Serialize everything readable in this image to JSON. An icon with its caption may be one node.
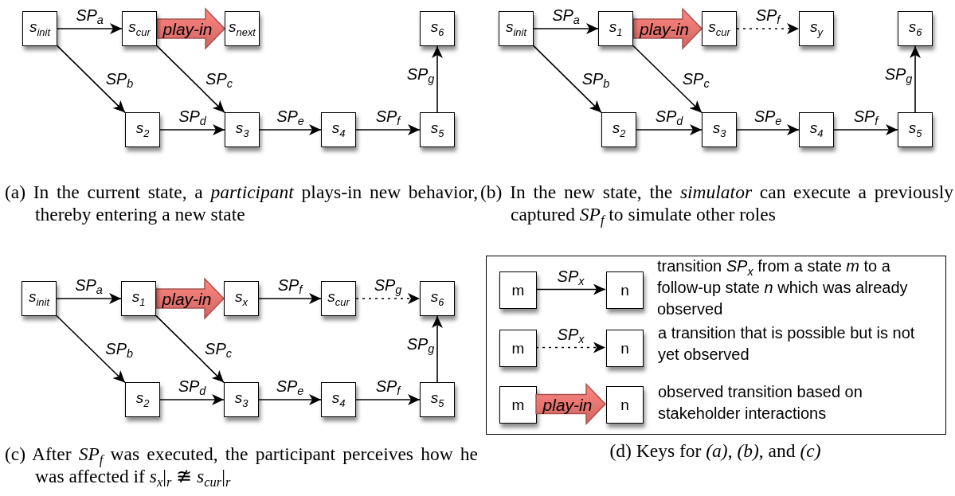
{
  "diagram": {
    "nodes": [
      {
        "text": [
          "s$_{init}$"
        ]
      },
      {
        "text": [
          "s$_{cur}$"
        ]
      },
      {
        "text": [
          "s$_{next}$"
        ]
      },
      {
        "text": [
          "s$_{6}$"
        ]
      },
      {
        "text": [
          "s$_{2}$"
        ]
      },
      {
        "text": [
          "s$_{3}$"
        ]
      },
      {
        "text": [
          "s$_{4}$"
        ]
      },
      {
        "text": [
          "s$_{5}$"
        ]
      },
      {
        "text": [
          "s$_{init}$"
        ]
      },
      {
        "text": [
          "s$_{1}$"
        ]
      },
      {
        "text": [
          "s$_{cur}$"
        ]
      },
      {
        "text": [
          "s$_{y}$"
        ]
      },
      {
        "text": [
          "s$_{6}$"
        ]
      },
      {
        "text": [
          "s$_{2}$"
        ]
      },
      {
        "text": [
          "s$_{3}$"
        ]
      },
      {
        "text": [
          "s$_{4}$"
        ]
      },
      {
        "text": [
          "s$_{5}$"
        ]
      },
      {
        "text": [
          "s$_{init}$"
        ]
      },
      {
        "text": [
          "s$_{1}$"
        ]
      },
      {
        "text": [
          "s$_{x}$"
        ]
      },
      {
        "text": [
          "s$_{cur}$"
        ]
      },
      {
        "text": [
          "s$_{6}$"
        ]
      },
      {
        "text": [
          "s$_{2}$"
        ]
      },
      {
        "text": [
          "s$_{3}$"
        ]
      },
      {
        "text": [
          "s$_{4}$"
        ]
      },
      {
        "text": [
          "s$_{5}$"
        ]
      },
      {
        "text": [],
        "shape": "box"
      },
      {
        "text": [
          "m"
        ],
        "in": 26
      },
      {
        "text": [
          "n"
        ],
        "in": 26
      },
      {
        "text": [
          "m"
        ],
        "in": 26
      },
      {
        "text": [
          "n"
        ],
        "in": 26
      },
      {
        "text": [
          "m"
        ],
        "in": 26
      },
      {
        "text": [
          "n"
        ],
        "in": 26
      }
    ],
    "edges": [
      {
        "from": 0,
        "to": 1,
        "arrow": "to",
        "label": "SP$_{a}$"
      },
      {
        "from": 1,
        "to": 2,
        "arrow": "to",
        "label": "play-in",
        "style": "thick",
        "color": "#e8706c"
      },
      {
        "from": 0,
        "to": 4,
        "arrow": "to",
        "label": "SP$_{b}$"
      },
      {
        "from": 1,
        "to": 5,
        "arrow": "to",
        "label": "SP$_{c}$"
      },
      {
        "from": 4,
        "to": 5,
        "arrow": "to",
        "label": "SP$_{d}$"
      },
      {
        "from": 5,
        "to": 6,
        "arrow": "to",
        "label": "SP$_{e}$"
      },
      {
        "from": 6,
        "to": 7,
        "arrow": "to",
        "label": "SP$_{f}$"
      },
      {
        "from": 7,
        "to": 3,
        "arrow": "to",
        "label": "SP$_{g}$"
      },
      {
        "from": 8,
        "to": 9,
        "arrow": "to",
        "label": "SP$_{a}$"
      },
      {
        "from": 9,
        "to": 10,
        "arrow": "to",
        "label": "play-in",
        "style": "thick",
        "color": "#e8706c"
      },
      {
        "from": 10,
        "to": 11,
        "arrow": "to",
        "label": "SP$_{f}$",
        "style": "dashed"
      },
      {
        "from": 8,
        "to": 13,
        "arrow": "to",
        "label": "SP$_{b}$"
      },
      {
        "from": 9,
        "to": 14,
        "arrow": "to",
        "label": "SP$_{c}$"
      },
      {
        "from": 13,
        "to": 14,
        "arrow": "to",
        "label": "SP$_{d}$"
      },
      {
        "from": 14,
        "to": 15,
        "arrow": "to",
        "label": "SP$_{e}$"
      },
      {
        "from": 15,
        "to": 16,
        "arrow": "to",
        "label": "SP$_{f}$"
      },
      {
        "from": 16,
        "to": 12,
        "arrow": "to",
        "label": "SP$_{g}$"
      },
      {
        "from": 17,
        "to": 18,
        "arrow": "to",
        "label": "SP$_{a}$"
      },
      {
        "from": 18,
        "to": 19,
        "arrow": "to",
        "label": "play-in",
        "style": "thick",
        "color": "#e8706c"
      },
      {
        "from": 19,
        "to": 20,
        "arrow": "to",
        "label": "SP$_{f}$"
      },
      {
        "from": 20,
        "to": 21,
        "arrow": "to",
        "label": "SP$_{g}$",
        "style": "dashed"
      },
      {
        "from": 17,
        "to": 22,
        "arrow": "to",
        "label": "SP$_{b}$"
      },
      {
        "from": 18,
        "to": 23,
        "arrow": "to",
        "label": "SP$_{c}$"
      },
      {
        "from": 22,
        "to": 23,
        "arrow": "to",
        "label": "SP$_{d}$"
      },
      {
        "from": 23,
        "to": 24,
        "arrow": "to",
        "label": "SP$_{e}$"
      },
      {
        "from": 24,
        "to": 25,
        "arrow": "to",
        "label": "SP$_{f}$"
      },
      {
        "from": 25,
        "to": 21,
        "arrow": "to",
        "label": "SP$_{g}$"
      },
      {
        "from": 27,
        "to": 28,
        "arrow": "to",
        "label": "SP$_{x}$"
      },
      {
        "from": 29,
        "to": 30,
        "arrow": "to",
        "label": "SP$_{x}$",
        "style": "dashed"
      },
      {
        "from": 31,
        "to": 32,
        "arrow": "to",
        "label": "play-in",
        "style": "thick",
        "color": "#e8706c"
      }
    ],
    "labels": [
      "(a) In the current state, a *participant* plays-in new behavior, thereby entering a new state",
      "(b) In the new state, the *simulator* can execute a previously captured *SP*$_{f}$ to simulate other roles",
      "transition *SP*$_{x}$ from a state *m* to a follow-up state *n* which was already observed",
      "a transition that is possible but is not yet observed",
      "observed transition based on stakeholder interactions",
      "(c) After *SP*$_{f}$ was executed, the participant perceives how he was affected if *s*$_{x}$|$_{r}$ ≇ *s*$_{cur}$|$_{r}$",
      "(d) Keys for *(a)*, *(b)*, and *(c)*"
    ]
  }
}
